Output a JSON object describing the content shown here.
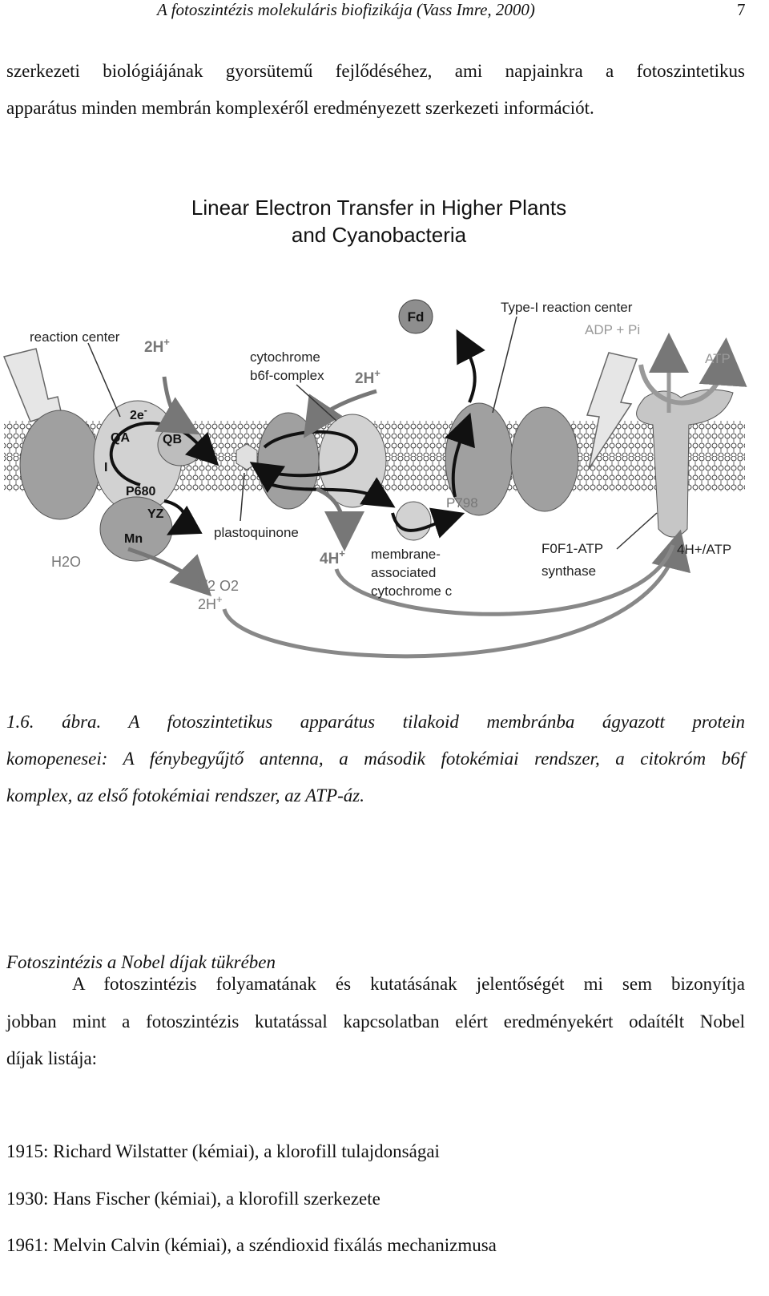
{
  "header": {
    "title": "A fotoszintézis molekuláris biofizikája (Vass Imre, 2000)",
    "page_number": "7"
  },
  "intro": {
    "line1": "szerkezeti biológiájának gyorsütemű fejlődéséhez, ami napjainkra a fotoszintetikus",
    "line2": "apparátus minden membrán komplexéről eredményezett szerkezeti információt."
  },
  "figure": {
    "title_line1": "Linear Electron Transfer in Higher Plants",
    "title_line2": "and Cyanobacteria",
    "labels": {
      "reaction_center": "reaction center",
      "two_h_left": "2H",
      "plus": "+",
      "cytochrome_l1": "cytochrome",
      "cytochrome_l2": "b6f-complex",
      "two_h_mid": "2H",
      "fd": "Fd",
      "type1": "Type-I reaction center",
      "adp": "ADP + Pi",
      "atp": "ATP",
      "two_e": "2e",
      "minus": "-",
      "qa": "QA",
      "qb": "QB",
      "i": "I",
      "p680": "P680",
      "yz": "YZ",
      "mn": "Mn",
      "p798": "P798",
      "plastoquinone": "plastoquinone",
      "h2o": "H2O",
      "half_o2": "1/2 O2",
      "two_h_bottom": "2H",
      "four_h": "4H",
      "mac_l1": "membrane-",
      "mac_l2": "associated",
      "mac_l3": "cytochrome c",
      "fof1_l1": "F0F1-ATP",
      "fof1_l2": "synthase",
      "four_h_atp": "4H+/ATP"
    }
  },
  "caption": {
    "line1": "1.6. ábra. A fotoszintetikus apparátus tilakoid membránba ágyazott protein",
    "line2": "komopenesei: A fénybegyűjtő antenna, a második fotokémiai rendszer, a citokróm b6f",
    "line3": "komplex, az első fotokémiai rendszer, az ATP-áz."
  },
  "section": {
    "title": "Fotoszintézis a Nobel díjak tükrében",
    "para_line1": "A fotoszintézis folyamatának és kutatásának jelentőségét mi sem bizonyítja",
    "para_line2": "jobban mint a fotoszintézis kutatással kapcsolatban elért eredményekért odaítélt Nobel",
    "para_line3": "díjak listája:"
  },
  "nobel_list": [
    "1915: Richard Wilstatter (kémiai), a klorofill tulajdonságai",
    "1930: Hans Fischer (kémiai), a klorofill szerkezete",
    "1961: Melvin Calvin (kémiai), a széndioxid fixálás mechanizmusa"
  ]
}
